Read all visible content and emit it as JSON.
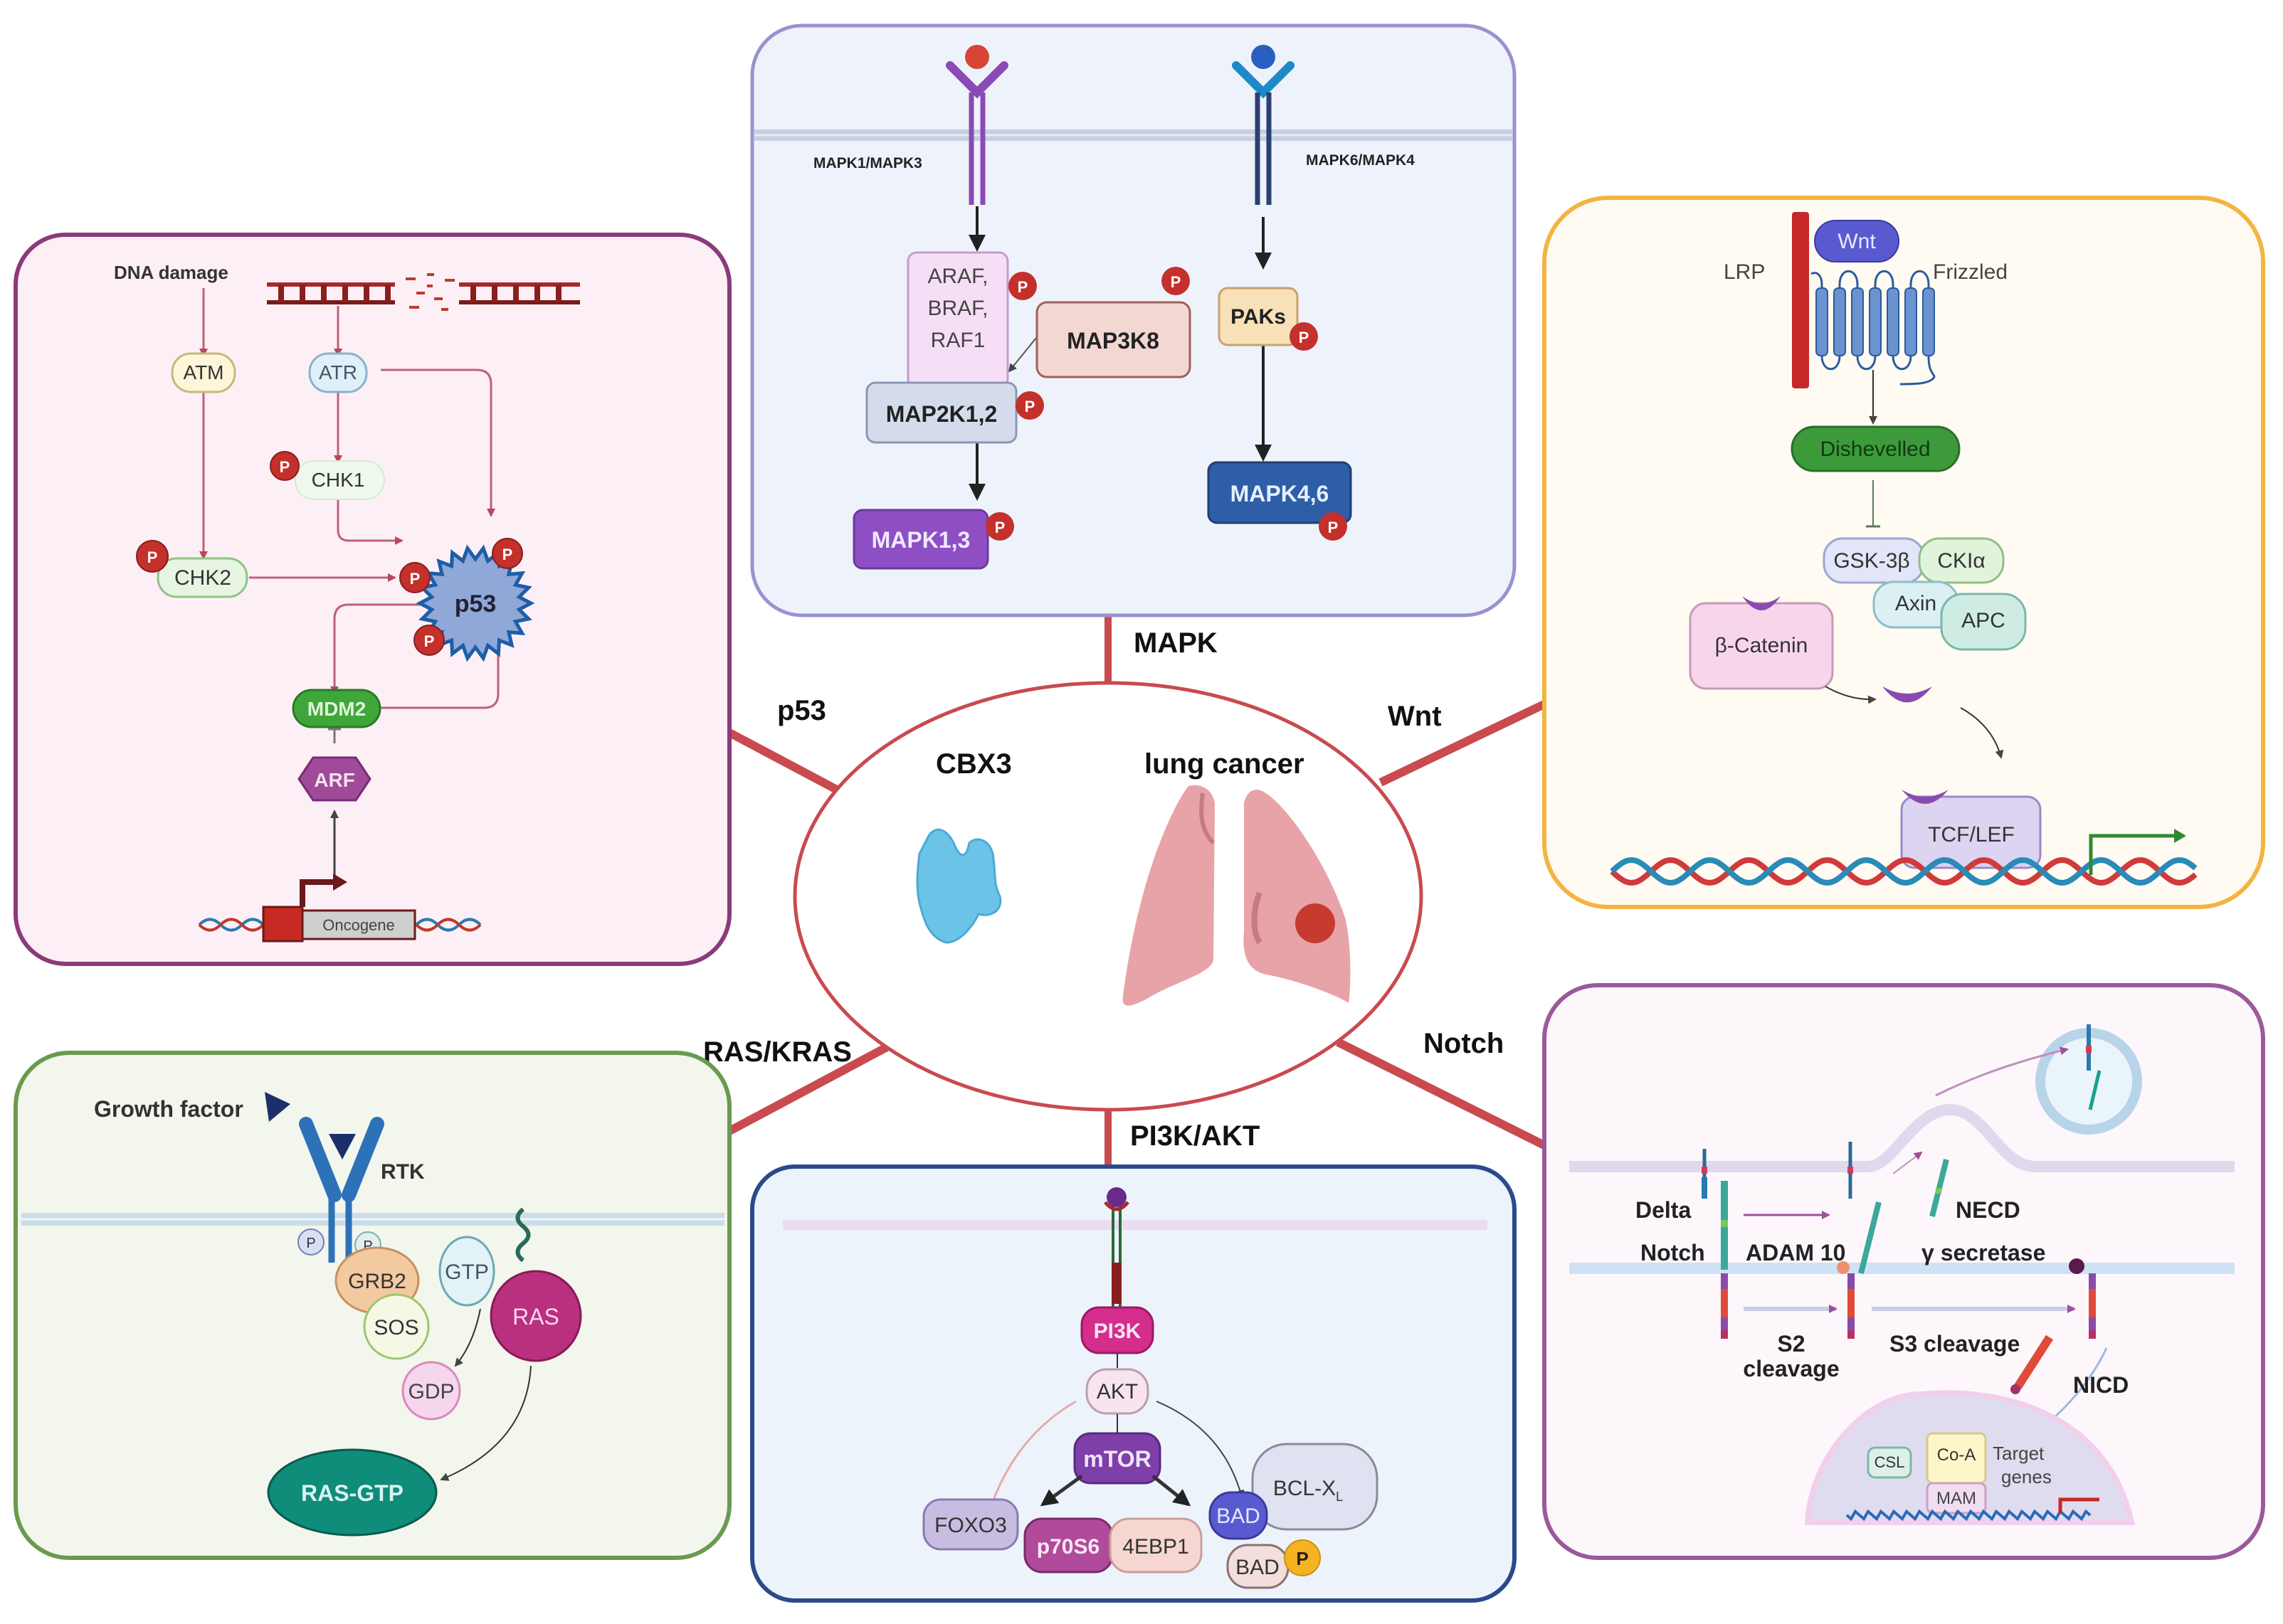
{
  "center": {
    "left_label": "CBX3",
    "right_label": "lung cancer",
    "colors": {
      "ring": "#c94a4f",
      "protein": "#6cc3e8",
      "lung": "#e8a3a8",
      "tumor": "#c73a30"
    }
  },
  "spokes": {
    "mapk": "MAPK",
    "p53": "p53",
    "wnt": "Wnt",
    "ras": "RAS/KRAS",
    "notch": "Notch",
    "pi3k": "PI3K/AKT"
  },
  "p53_panel": {
    "border_color": "#8b3a7a",
    "bg_color": "#fcf0f6",
    "dna_damage": "DNA damage",
    "atm": "ATM",
    "atr": "ATR",
    "chk1": "CHK1",
    "chk2": "CHK2",
    "p53": "p53",
    "mdm2": "MDM2",
    "arf": "ARF",
    "oncogene": "Oncogene",
    "phospho": "P"
  },
  "mapk_panel": {
    "border_color": "#9a92cf",
    "bg_color": "#eef3fb",
    "left_receptor_label": "MAPK1/MAPK3",
    "right_receptor_label": "MAPK6/MAPK4",
    "raf_lines": [
      "ARAF,",
      "BRAF,",
      "RAF1"
    ],
    "map3k8": "MAP3K8",
    "map2k": "MAP2K1,2",
    "mapk13": "MAPK1,3",
    "paks": "PAKs",
    "mapk46": "MAPK4,6",
    "phospho": "P"
  },
  "wnt_panel": {
    "border_color": "#f3b441",
    "bg_color": "#fffbf3",
    "wnt": "Wnt",
    "lrp": "LRP",
    "frizzled": "Frizzled",
    "dishevelled": "Dishevelled",
    "gsk3b": "GSK-3β",
    "ck1a": "CKIα",
    "axin": "Axin",
    "apc": "APC",
    "beta_catenin": "β-Catenin",
    "tcf_lef": "TCF/LEF"
  },
  "ras_panel": {
    "border_color": "#6a9a4f",
    "bg_color": "#f2f6ec",
    "growth_factor": "Growth factor",
    "rtk": "RTK",
    "grb2": "GRB2",
    "sos": "SOS",
    "gtp": "GTP",
    "gdp": "GDP",
    "ras": "RAS",
    "ras_gtp": "RAS-GTP",
    "phospho": "P"
  },
  "pi3k_panel": {
    "border_color": "#2a4a8c",
    "bg_color": "#edf3fb",
    "pi3k": "PI3K",
    "akt": "AKT",
    "mtor": "mTOR",
    "foxo3": "FOXO3",
    "p70s6": "p70S6",
    "4ebp1": "4EBP1",
    "bad": "BAD",
    "bcl_xl": "BCL-X",
    "bcl_xl_sub": "L",
    "bad_p": "BAD",
    "phospho": "P"
  },
  "notch_panel": {
    "border_color": "#9a5a9a",
    "bg_color": "#fdf7fc",
    "delta": "Delta",
    "notch": "Notch",
    "adam10": "ADAM 10",
    "necd": "NECD",
    "gamma_secretase": "γ secretase",
    "s2_line1": "S2",
    "s2_line2": "cleavage",
    "s3": "S3 cleavage",
    "nicd": "NICD",
    "csl": "CSL",
    "coa": "Co-A",
    "mam": "MAM",
    "target_line1": "Target",
    "target_line2": "genes"
  }
}
